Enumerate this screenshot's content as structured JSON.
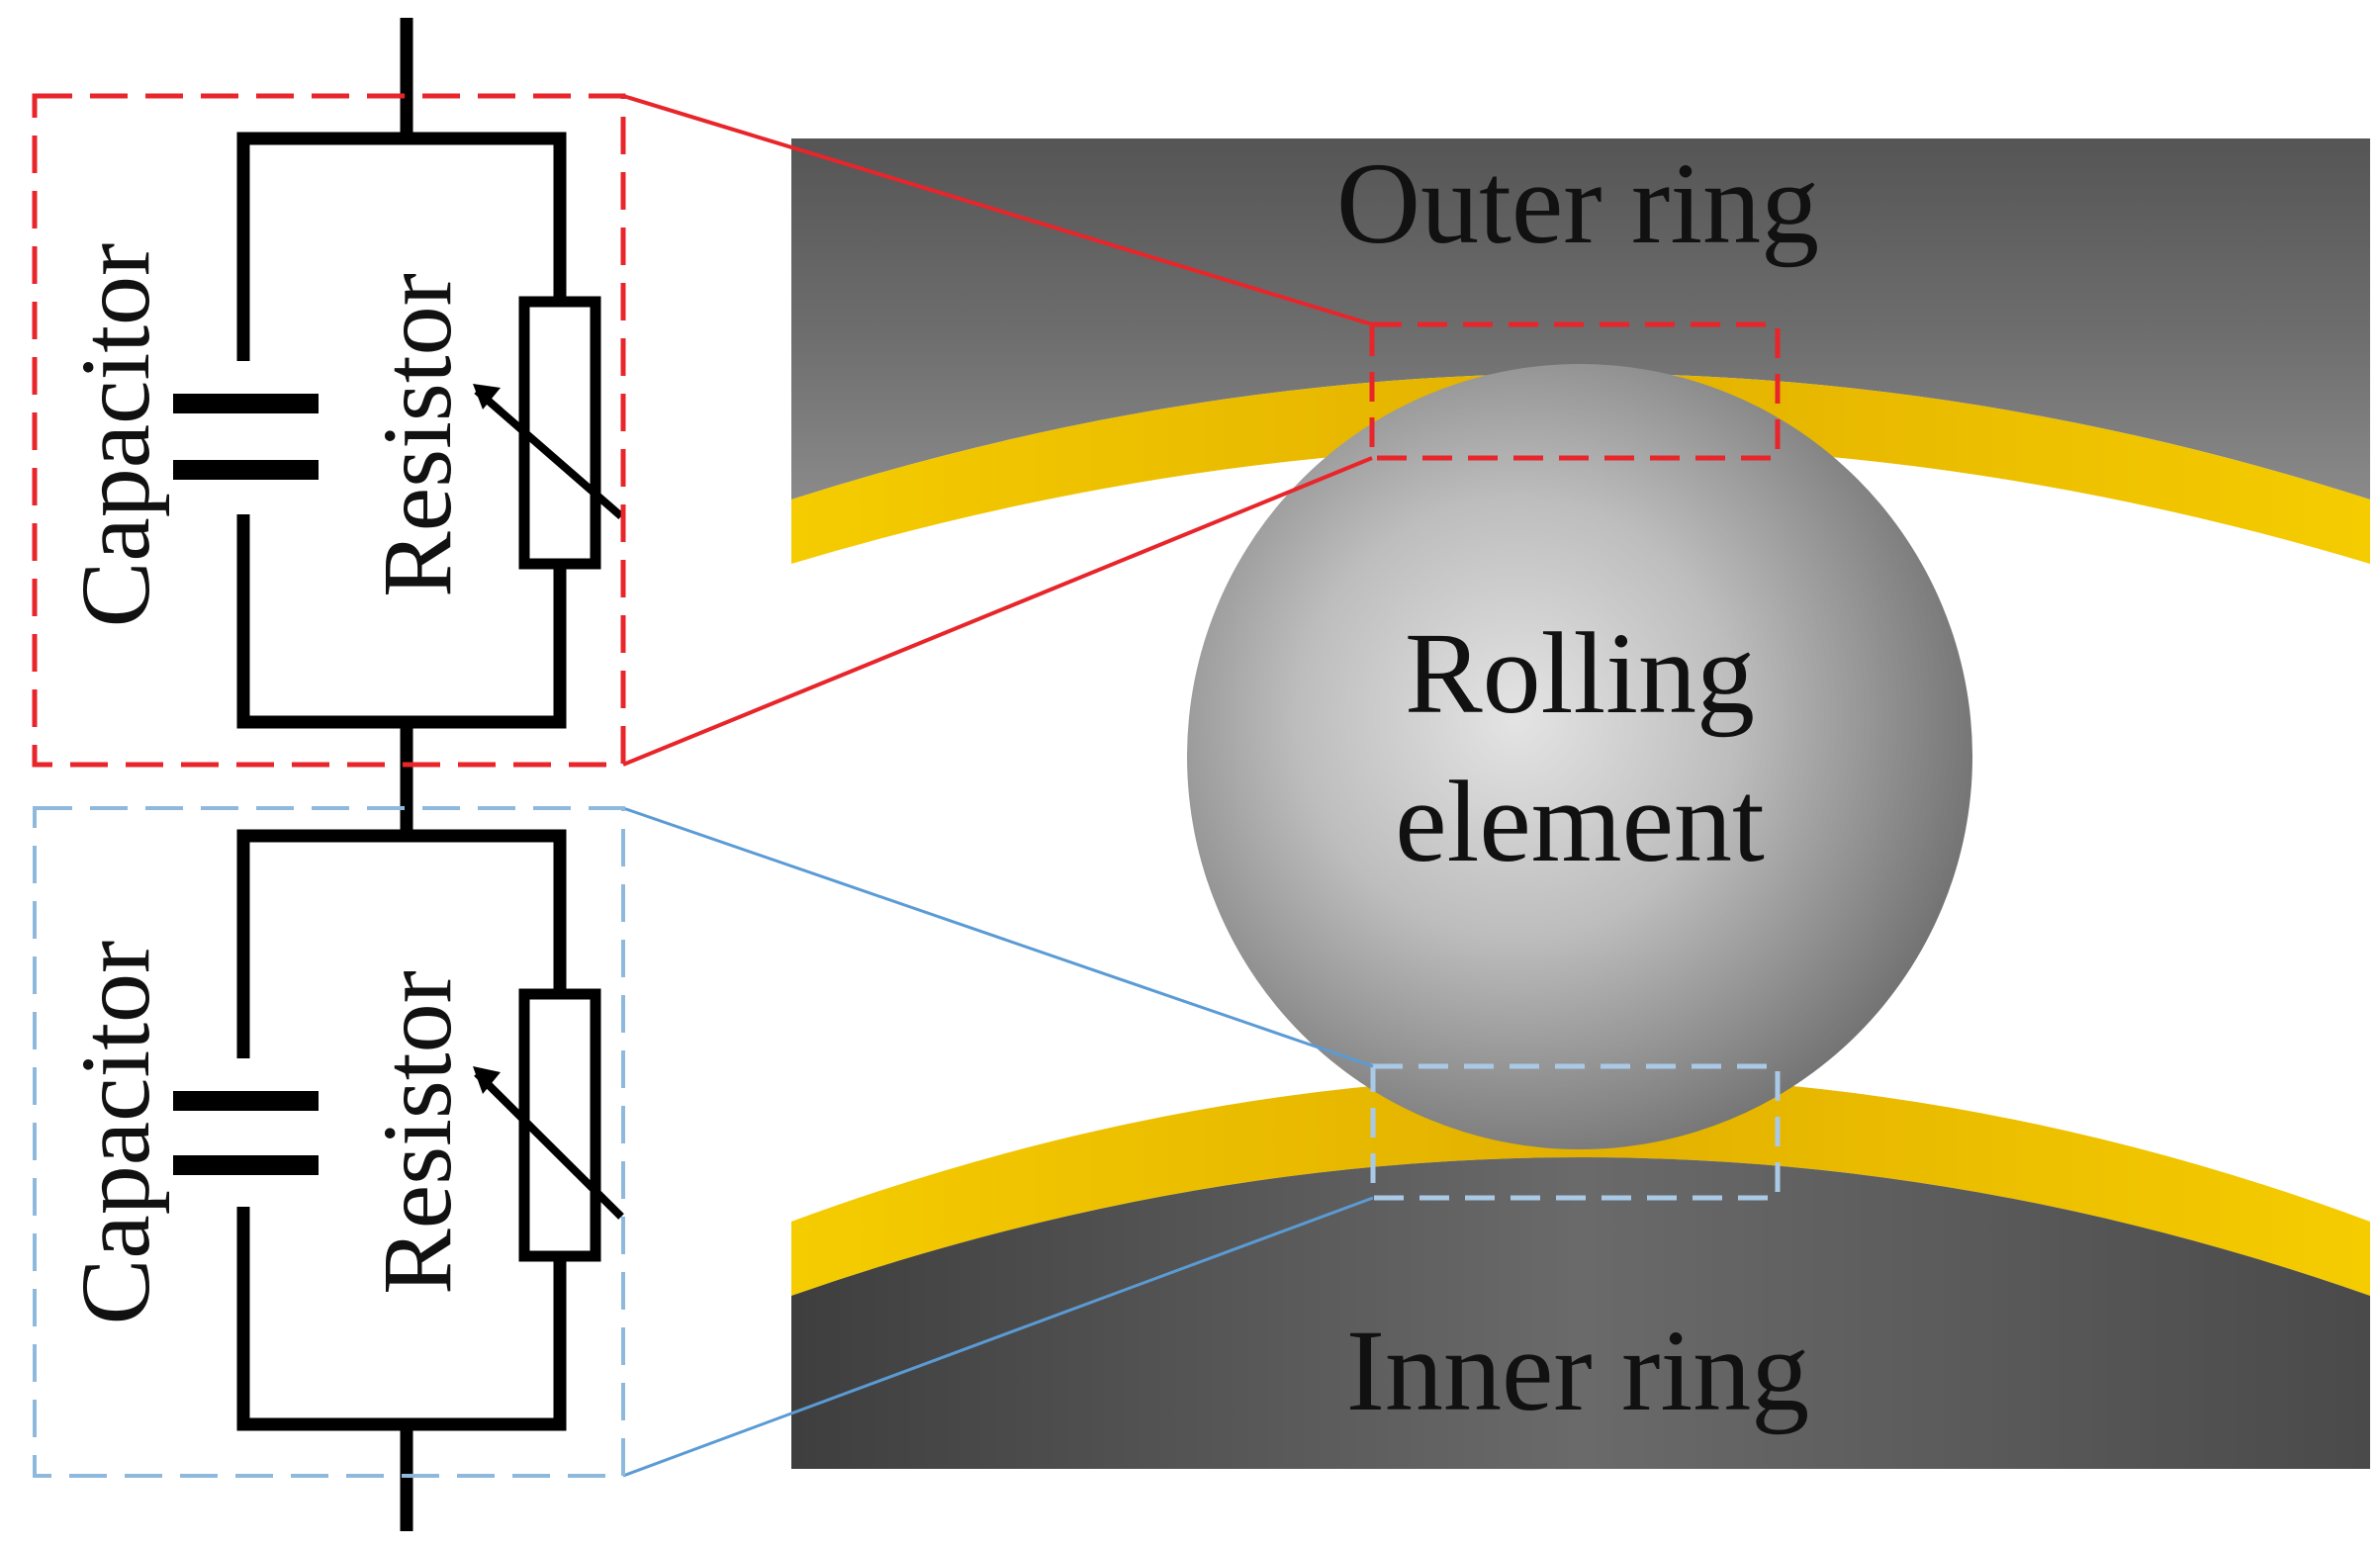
{
  "circuit": {
    "upper": {
      "capacitor_label": "Capacitor",
      "resistor_label": "Resistor"
    },
    "lower": {
      "capacitor_label": "Capacitor",
      "resistor_label": "Resistor"
    }
  },
  "bearing": {
    "outer_ring_label": "Outer ring",
    "rolling_element_label_line1": "Rolling",
    "rolling_element_label_line2": "element",
    "inner_ring_label": "Inner ring"
  },
  "colors": {
    "outer_contact_highlight": "#e8252a",
    "inner_contact_highlight": "#8fb9dc",
    "inner_connector_line": "#5b9bd5",
    "lubricant_film": "#f2c500",
    "ring_steel_dark": "#4a4a4a",
    "ring_steel_light": "#8a8a8a",
    "circuit_wire": "#000000"
  },
  "icons": {
    "capacitor": "capacitor-symbol",
    "variable_resistor": "variable-resistor-symbol"
  }
}
